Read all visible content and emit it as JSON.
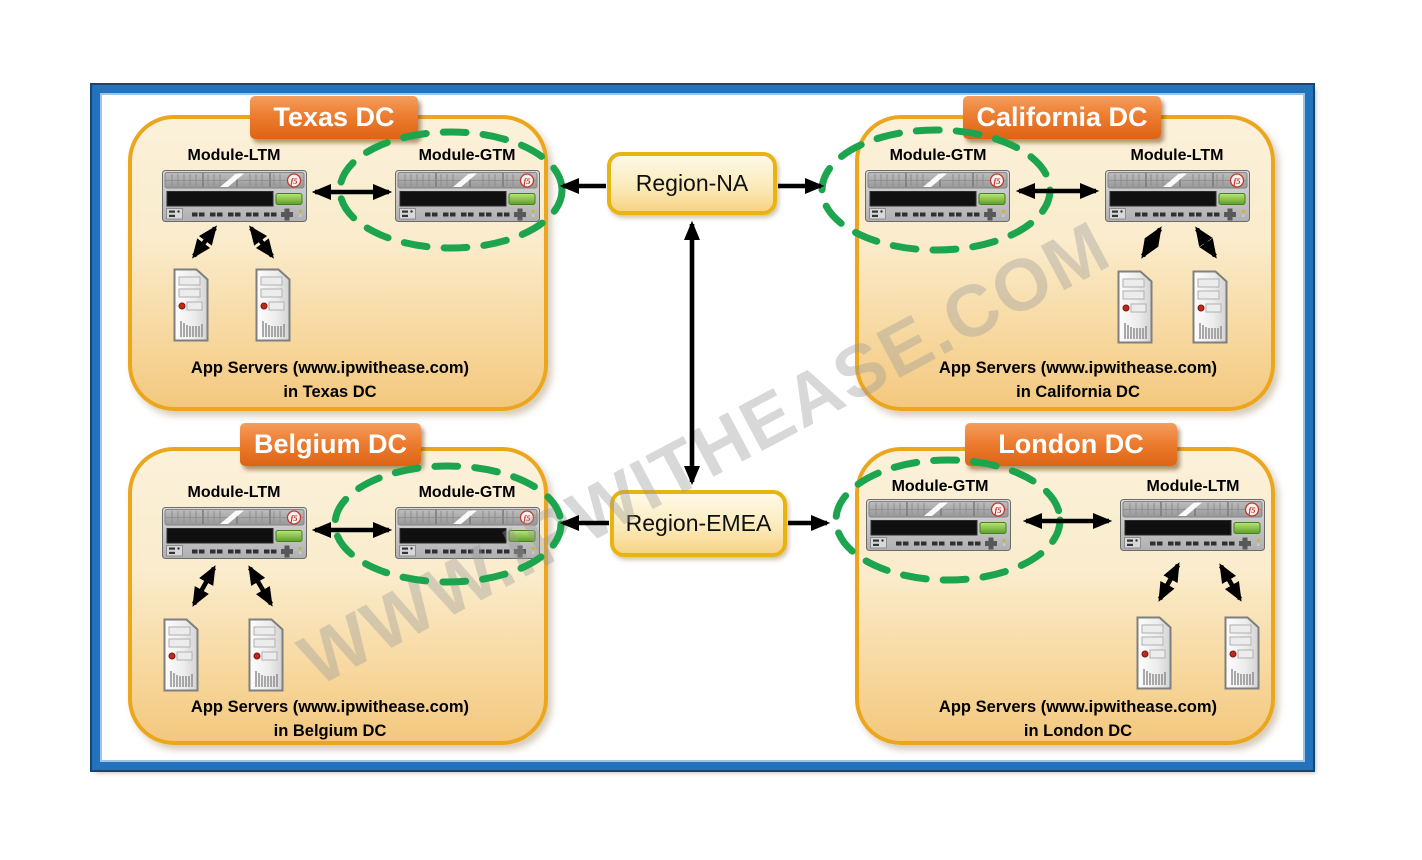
{
  "watermark_text": "WWW.IPWITHEASE.COM",
  "regions": [
    {
      "label": "Region-NA"
    },
    {
      "label": "Region-EMEA"
    }
  ],
  "datacenters": [
    {
      "name": "Texas DC",
      "modules": {
        "left": "Module-LTM",
        "right": "Module-GTM"
      },
      "caption": [
        "App Servers (www.ipwithease.com)",
        "in Texas DC"
      ]
    },
    {
      "name": "California DC",
      "modules": {
        "left": "Module-GTM",
        "right": "Module-LTM"
      },
      "caption": [
        "App Servers (www.ipwithease.com)",
        "in California DC"
      ]
    },
    {
      "name": "Belgium DC",
      "modules": {
        "left": "Module-LTM",
        "right": "Module-GTM"
      },
      "caption": [
        "App Servers (www.ipwithease.com)",
        "in Belgium DC"
      ]
    },
    {
      "name": "London DC",
      "modules": {
        "left": "Module-GTM",
        "right": "Module-LTM"
      },
      "caption": [
        "App Servers (www.ipwithease.com)",
        "in London DC"
      ]
    }
  ],
  "icons": {
    "appliance": "f5-load-balancer-appliance",
    "server": "app-server-tower",
    "highlight": "gtm-highlight-dashed-ellipse"
  },
  "colors": {
    "frame_blue": "#2272BD",
    "dc_border_gold": "#EBA61E",
    "banner_orange": "#ED7D31",
    "region_border_gold": "#E8B410",
    "highlight_green": "#1CA54E",
    "arrow_black": "#000000",
    "f5_logo_red": "#C0392B",
    "led_red": "#C0281E",
    "button_green": "#6FA82C"
  }
}
